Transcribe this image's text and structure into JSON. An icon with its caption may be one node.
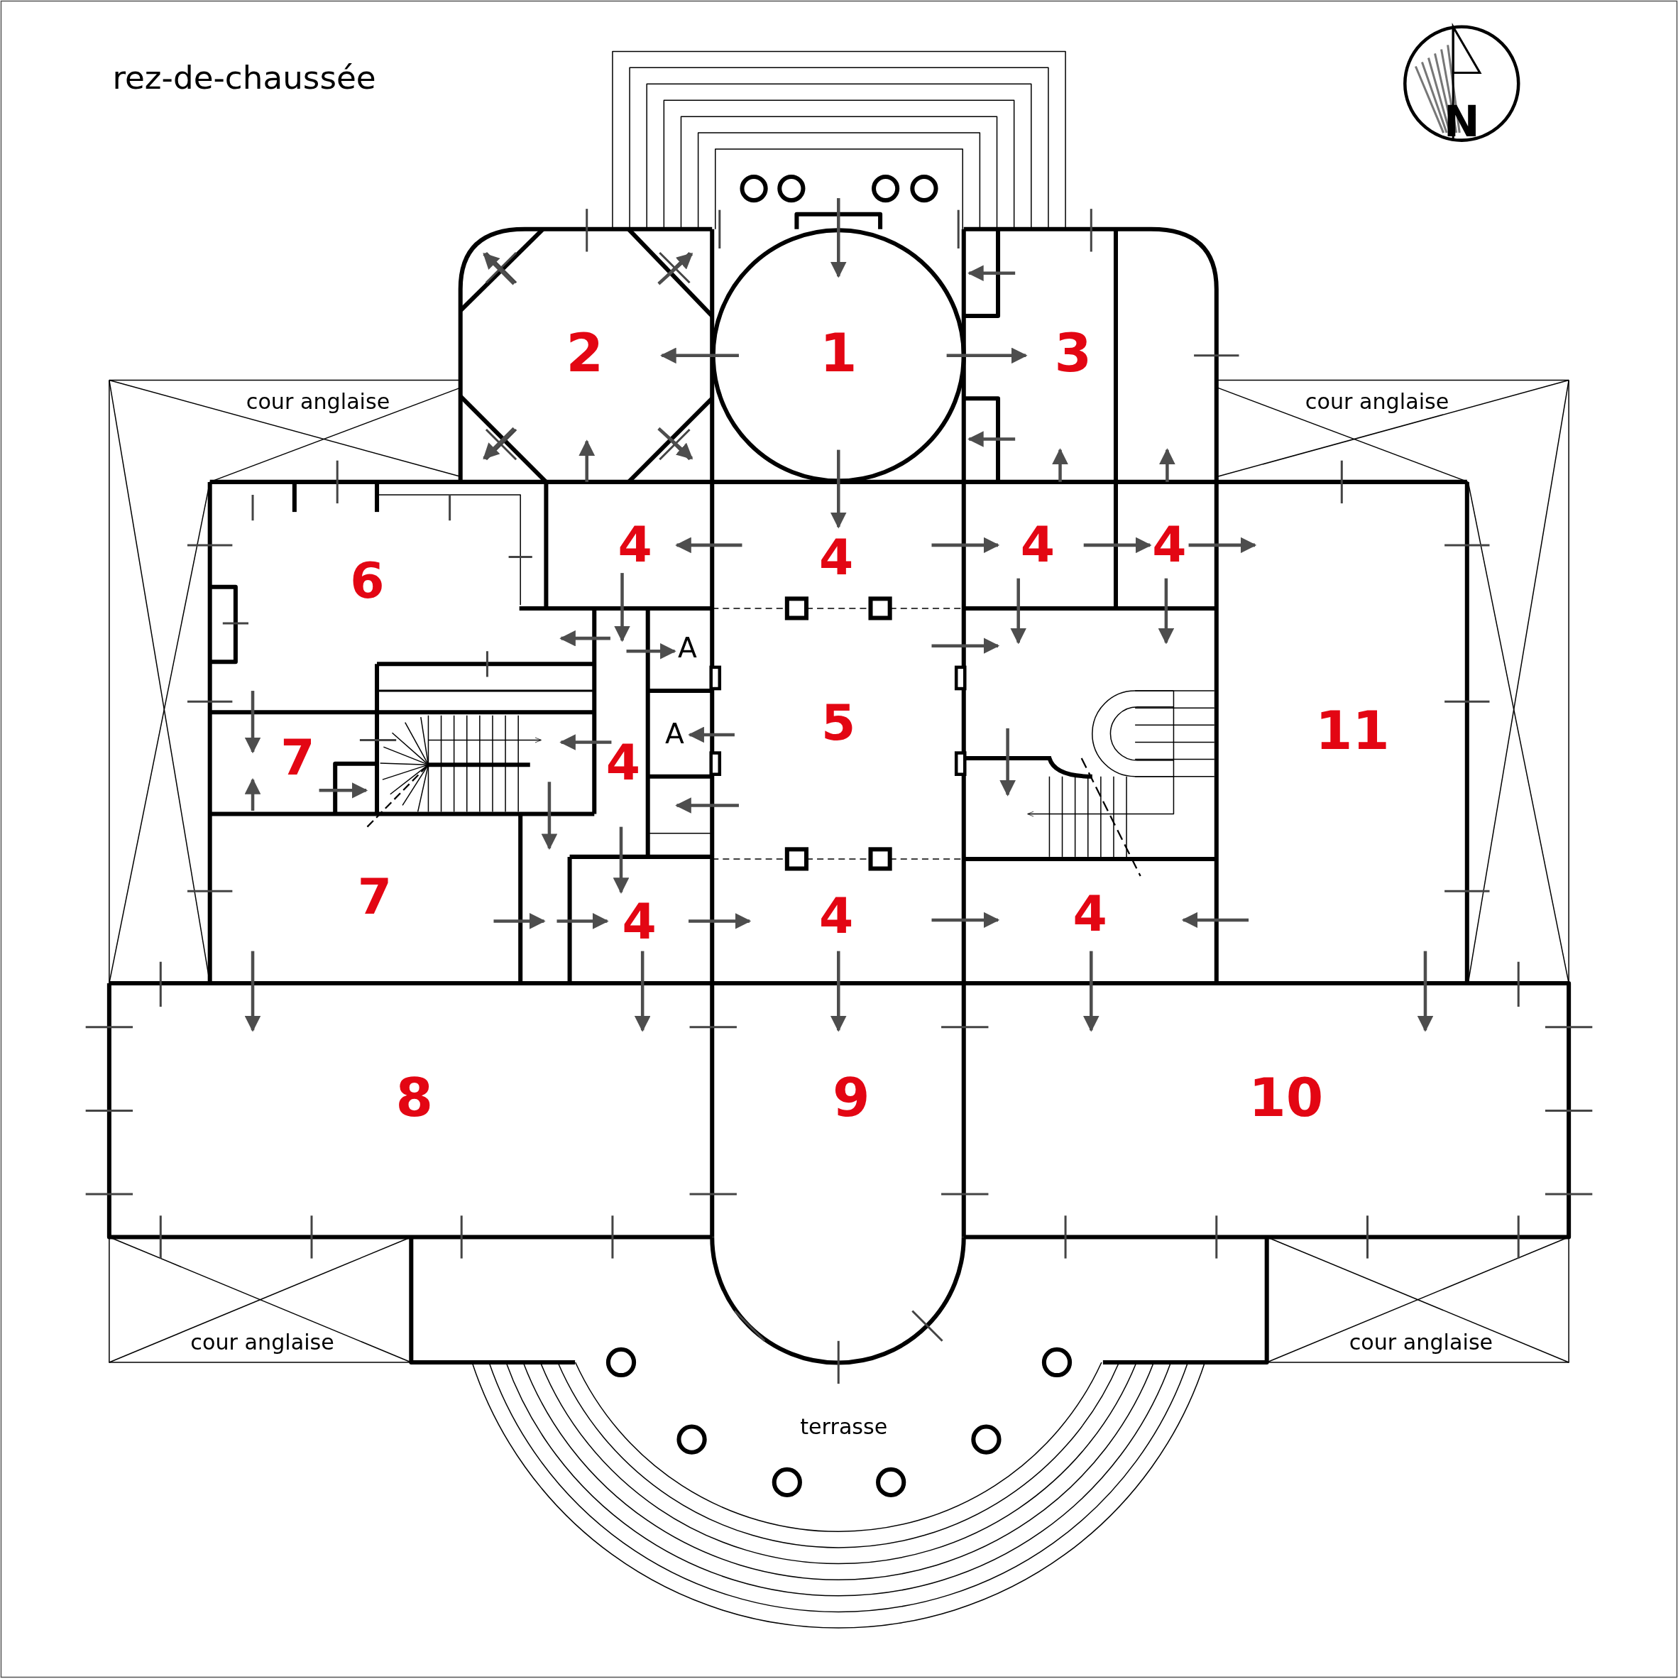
{
  "diagram": {
    "labels": [
      "rez-de-chaussée",
      "N",
      "2",
      "1",
      "3",
      "cour anglaise",
      "cour anglaise",
      "6",
      "4",
      "4",
      "4",
      "4",
      "A",
      "5",
      "A",
      "7",
      "4",
      "11",
      "7",
      "4",
      "4",
      "4",
      "8",
      "9",
      "10",
      "cour anglaise",
      "cour anglaise",
      "terrasse"
    ]
  }
}
